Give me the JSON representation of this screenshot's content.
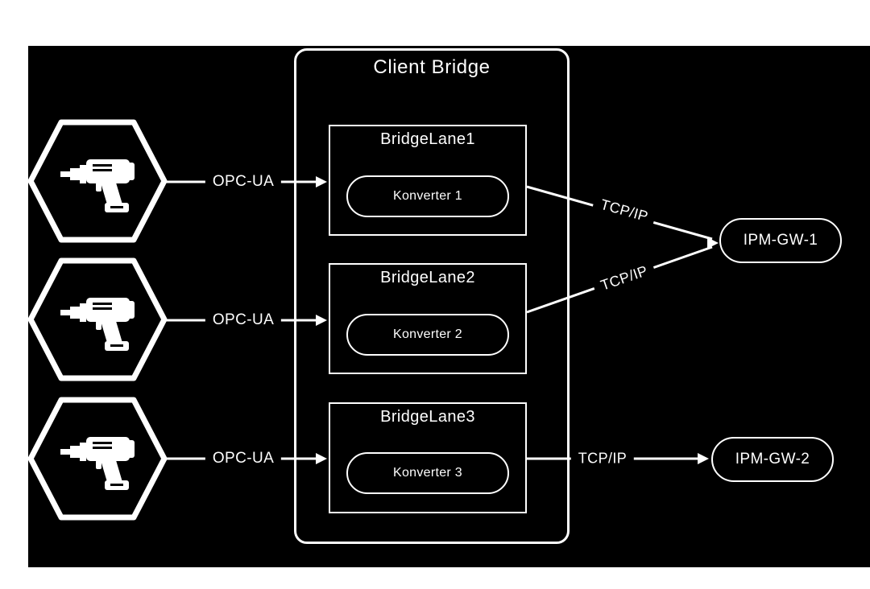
{
  "page": {
    "background": "#ffffff",
    "canvas_background": "#000000",
    "foreground": "#ffffff"
  },
  "diagram": {
    "container": {
      "title": "Client Bridge"
    },
    "machines": [
      {
        "name": "machine-1",
        "icon": "drill-icon"
      },
      {
        "name": "machine-2",
        "icon": "drill-icon"
      },
      {
        "name": "machine-3",
        "icon": "drill-icon"
      }
    ],
    "lanes": [
      {
        "title": "BridgeLane1",
        "converter": "Konverter 1"
      },
      {
        "title": "BridgeLane2",
        "converter": "Konverter 2"
      },
      {
        "title": "BridgeLane3",
        "converter": "Konverter 3"
      }
    ],
    "gateways": [
      {
        "label": "IPM-GW-1"
      },
      {
        "label": "IPM-GW-2"
      }
    ],
    "connections": [
      {
        "from": "machine-1",
        "to": "BridgeLane1",
        "label": "OPC-UA",
        "type": "arrow"
      },
      {
        "from": "machine-2",
        "to": "BridgeLane2",
        "label": "OPC-UA",
        "type": "arrow"
      },
      {
        "from": "machine-3",
        "to": "BridgeLane3",
        "label": "OPC-UA",
        "type": "arrow"
      },
      {
        "from": "BridgeLane1",
        "to": "IPM-GW-1",
        "label": "TCP/IP",
        "type": "arrow"
      },
      {
        "from": "BridgeLane2",
        "to": "IPM-GW-1",
        "label": "TCP/IP",
        "type": "line"
      },
      {
        "from": "BridgeLane3",
        "to": "IPM-GW-2",
        "label": "TCP/IP",
        "type": "arrow"
      }
    ]
  }
}
